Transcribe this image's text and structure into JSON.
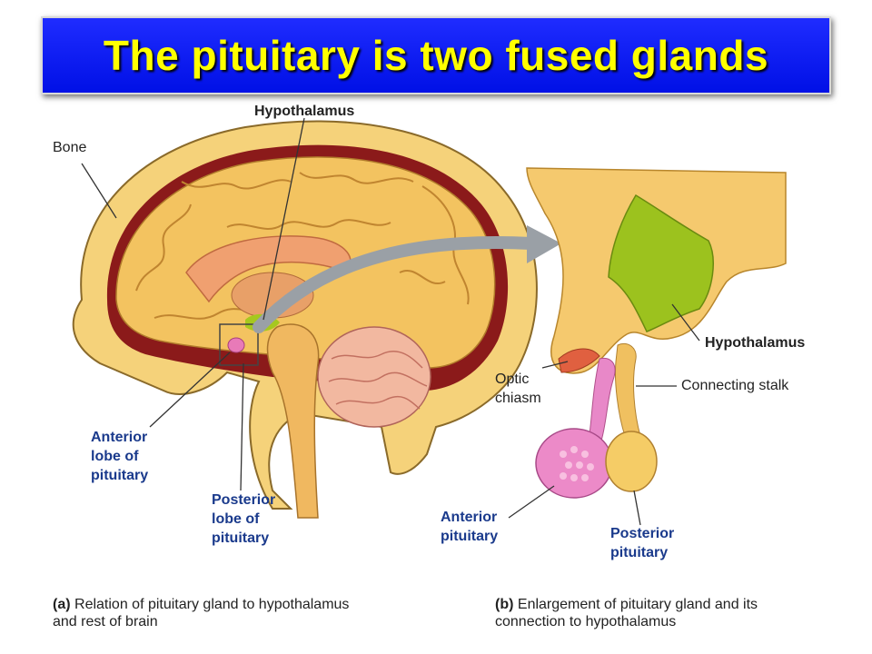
{
  "title": "The pituitary is two fused glands",
  "labels": {
    "bone": "Bone",
    "hypothalamus_top": "Hypothalamus",
    "anterior_lobe_l1": "Anterior",
    "anterior_lobe_l2": "lobe of",
    "anterior_lobe_l3": "pituitary",
    "posterior_lobe_l1": "Posterior",
    "posterior_lobe_l2": "lobe of",
    "posterior_lobe_l3": "pituitary",
    "hypothalamus_right": "Hypothalamus",
    "optic_l1": "Optic",
    "optic_l2": "chiasm",
    "connecting_stalk": "Connecting stalk",
    "anterior_pit_l1": "Anterior",
    "anterior_pit_l2": "pituitary",
    "posterior_pit_l1": "Posterior",
    "posterior_pit_l2": "pituitary"
  },
  "captions": {
    "a_tag": "(a)",
    "a_line1": "Relation of pituitary gland to hypothalamus",
    "a_line2": "and rest of brain",
    "b_tag": "(b)",
    "b_line1": "Enlargement of pituitary gland and its",
    "b_line2": "connection to hypothalamus"
  },
  "colors": {
    "title_bg": "#0a14f0",
    "title_text": "#ffff00",
    "label_blue": "#1a3a8c",
    "brain_tan": "#f2c46a",
    "hypothalamus_green": "#9cc21e",
    "pituitary_pink": "#e87ab8"
  }
}
